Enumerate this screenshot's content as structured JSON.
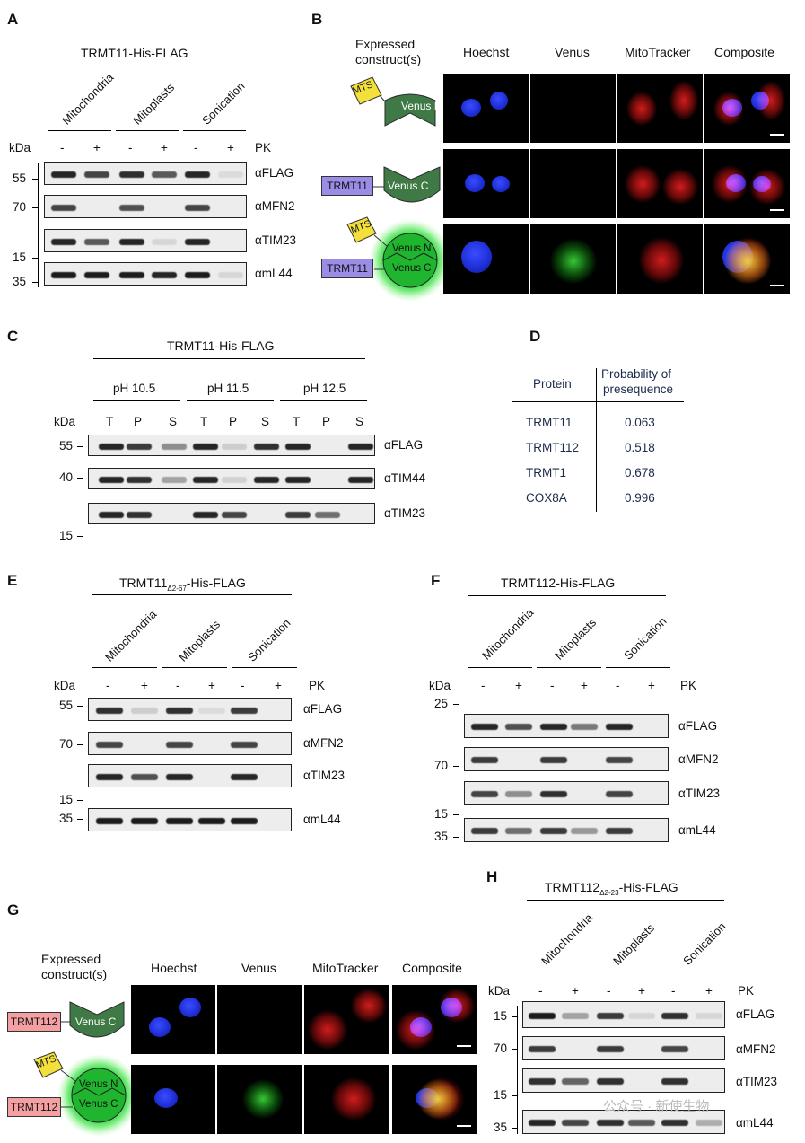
{
  "panels": {
    "A": {
      "letter": "A",
      "construct": "TRMT11-His-FLAG",
      "fractions": [
        "Mitochondria",
        "Mitoplasts",
        "Sonication"
      ],
      "kda_label": "kDa",
      "pk_label": "PK",
      "lanes": [
        "-",
        "+",
        "-",
        "+",
        "-",
        "+"
      ],
      "markers": [
        "55",
        "70",
        "15",
        "35"
      ],
      "blots": [
        "αFLAG",
        "αMFN2",
        "αTIM23",
        "αmL44"
      ]
    },
    "B": {
      "letter": "B",
      "header_construct": "Expressed construct(s)",
      "columns": [
        "Hoechst",
        "Venus",
        "MitoTracker",
        "Composite"
      ],
      "labels": {
        "mts": "MTS",
        "venus_n": "Venus N",
        "venus_c": "Venus C",
        "trmt11": "TRMT11"
      }
    },
    "C": {
      "letter": "C",
      "construct": "TRMT11-His-FLAG",
      "ph_groups": [
        "pH 10.5",
        "pH 11.5",
        "pH 12.5"
      ],
      "kda_label": "kDa",
      "lanes": [
        "T",
        "P",
        "S",
        "T",
        "P",
        "S",
        "T",
        "P",
        "S"
      ],
      "markers": [
        "55",
        "40",
        "15"
      ],
      "blots": [
        "αFLAG",
        "αTIM44",
        "αTIM23"
      ]
    },
    "D": {
      "letter": "D",
      "col_protein": "Protein",
      "col_prob_line1": "Probability of",
      "col_prob_line2": "presequence",
      "rows": [
        {
          "protein": "TRMT11",
          "prob": "0.063"
        },
        {
          "protein": "TRMT112",
          "prob": "0.518"
        },
        {
          "protein": "TRMT1",
          "prob": "0.678"
        },
        {
          "protein": "COX8A",
          "prob": "0.996"
        }
      ]
    },
    "E": {
      "letter": "E",
      "construct_main": "TRMT11",
      "construct_sub": "Δ2-67",
      "construct_tail": "-His-FLAG",
      "fractions": [
        "Mitochondria",
        "Mitoplasts",
        "Sonication"
      ],
      "kda_label": "kDa",
      "pk_label": "PK",
      "lanes": [
        "-",
        "+",
        "-",
        "+",
        "-",
        "+"
      ],
      "markers": [
        "55",
        "70",
        "15",
        "35"
      ],
      "blots": [
        "αFLAG",
        "αMFN2",
        "αTIM23",
        "αmL44"
      ]
    },
    "F": {
      "letter": "F",
      "construct": "TRMT112-His-FLAG",
      "fractions": [
        "Mitochondria",
        "Mitoplasts",
        "Sonication"
      ],
      "kda_label": "kDa",
      "pk_label": "PK",
      "lanes": [
        "-",
        "+",
        "-",
        "+",
        "-",
        "+"
      ],
      "markers": [
        "25",
        "70",
        "15",
        "35"
      ],
      "blots": [
        "αFLAG",
        "αMFN2",
        "αTIM23",
        "αmL44"
      ]
    },
    "G": {
      "letter": "G",
      "header_construct": "Expressed construct(s)",
      "columns": [
        "Hoechst",
        "Venus",
        "MitoTracker",
        "Composite"
      ],
      "labels": {
        "mts": "MTS",
        "venus_n": "Venus N",
        "venus_c": "Venus C",
        "trmt112": "TRMT112"
      }
    },
    "H": {
      "letter": "H",
      "construct_main": "TRMT112",
      "construct_sub": "Δ2-23",
      "construct_tail": "-His-FLAG",
      "fractions": [
        "Mitochondria",
        "Mitoplasts",
        "Sonication"
      ],
      "kda_label": "kDa",
      "pk_label": "PK",
      "lanes": [
        "-",
        "+",
        "-",
        "+",
        "-",
        "+"
      ],
      "markers": [
        "15",
        "70",
        "15",
        "35"
      ],
      "blots": [
        "αFLAG",
        "αMFN2",
        "αTIM23",
        "αmL44"
      ],
      "watermark": "公众号 · 新使生物"
    }
  }
}
